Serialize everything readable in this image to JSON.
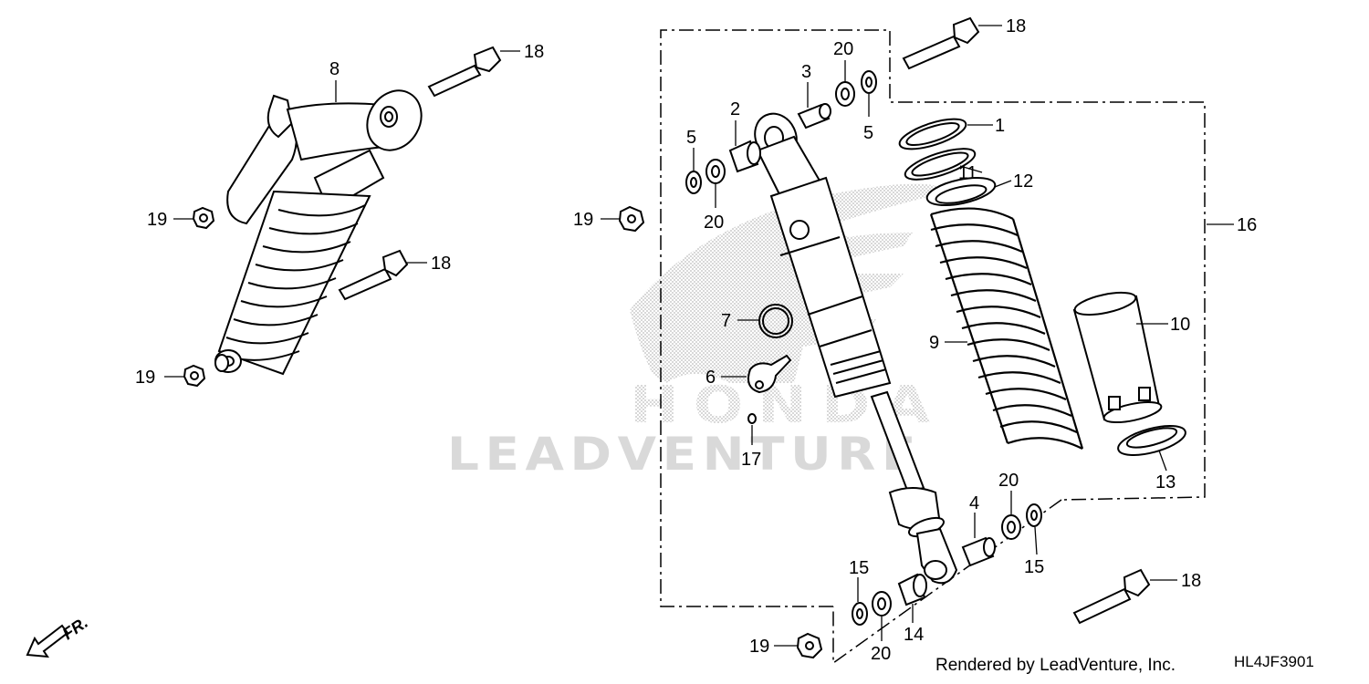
{
  "diagram": {
    "watermark_text": "LEADVENTURE",
    "logo_text": "HONDA",
    "front_indicator": "FR.",
    "footer_rendered_by": "Rendered by LeadVenture, Inc.",
    "footer_code": "HL4JF3901",
    "callouts": [
      {
        "id": "c8",
        "label": "8"
      },
      {
        "id": "c18a",
        "label": "18"
      },
      {
        "id": "c19a",
        "label": "19"
      },
      {
        "id": "c18b",
        "label": "18"
      },
      {
        "id": "c19b",
        "label": "19"
      },
      {
        "id": "c18c",
        "label": "18"
      },
      {
        "id": "c20a",
        "label": "20"
      },
      {
        "id": "c3",
        "label": "3"
      },
      {
        "id": "c5a",
        "label": "5"
      },
      {
        "id": "c2",
        "label": "2"
      },
      {
        "id": "c5b",
        "label": "5"
      },
      {
        "id": "c1",
        "label": "1"
      },
      {
        "id": "c11",
        "label": "11"
      },
      {
        "id": "c12",
        "label": "12"
      },
      {
        "id": "c19c",
        "label": "19"
      },
      {
        "id": "c20b",
        "label": "20"
      },
      {
        "id": "c16",
        "label": "16"
      },
      {
        "id": "c7",
        "label": "7"
      },
      {
        "id": "c9",
        "label": "9"
      },
      {
        "id": "c10",
        "label": "10"
      },
      {
        "id": "c6",
        "label": "6"
      },
      {
        "id": "c17",
        "label": "17"
      },
      {
        "id": "c13",
        "label": "13"
      },
      {
        "id": "c20c",
        "label": "20"
      },
      {
        "id": "c4",
        "label": "4"
      },
      {
        "id": "c15a",
        "label": "15"
      },
      {
        "id": "c15b",
        "label": "15"
      },
      {
        "id": "c18d",
        "label": "18"
      },
      {
        "id": "c19d",
        "label": "19"
      },
      {
        "id": "c20d",
        "label": "20"
      },
      {
        "id": "c14",
        "label": "14"
      }
    ]
  }
}
